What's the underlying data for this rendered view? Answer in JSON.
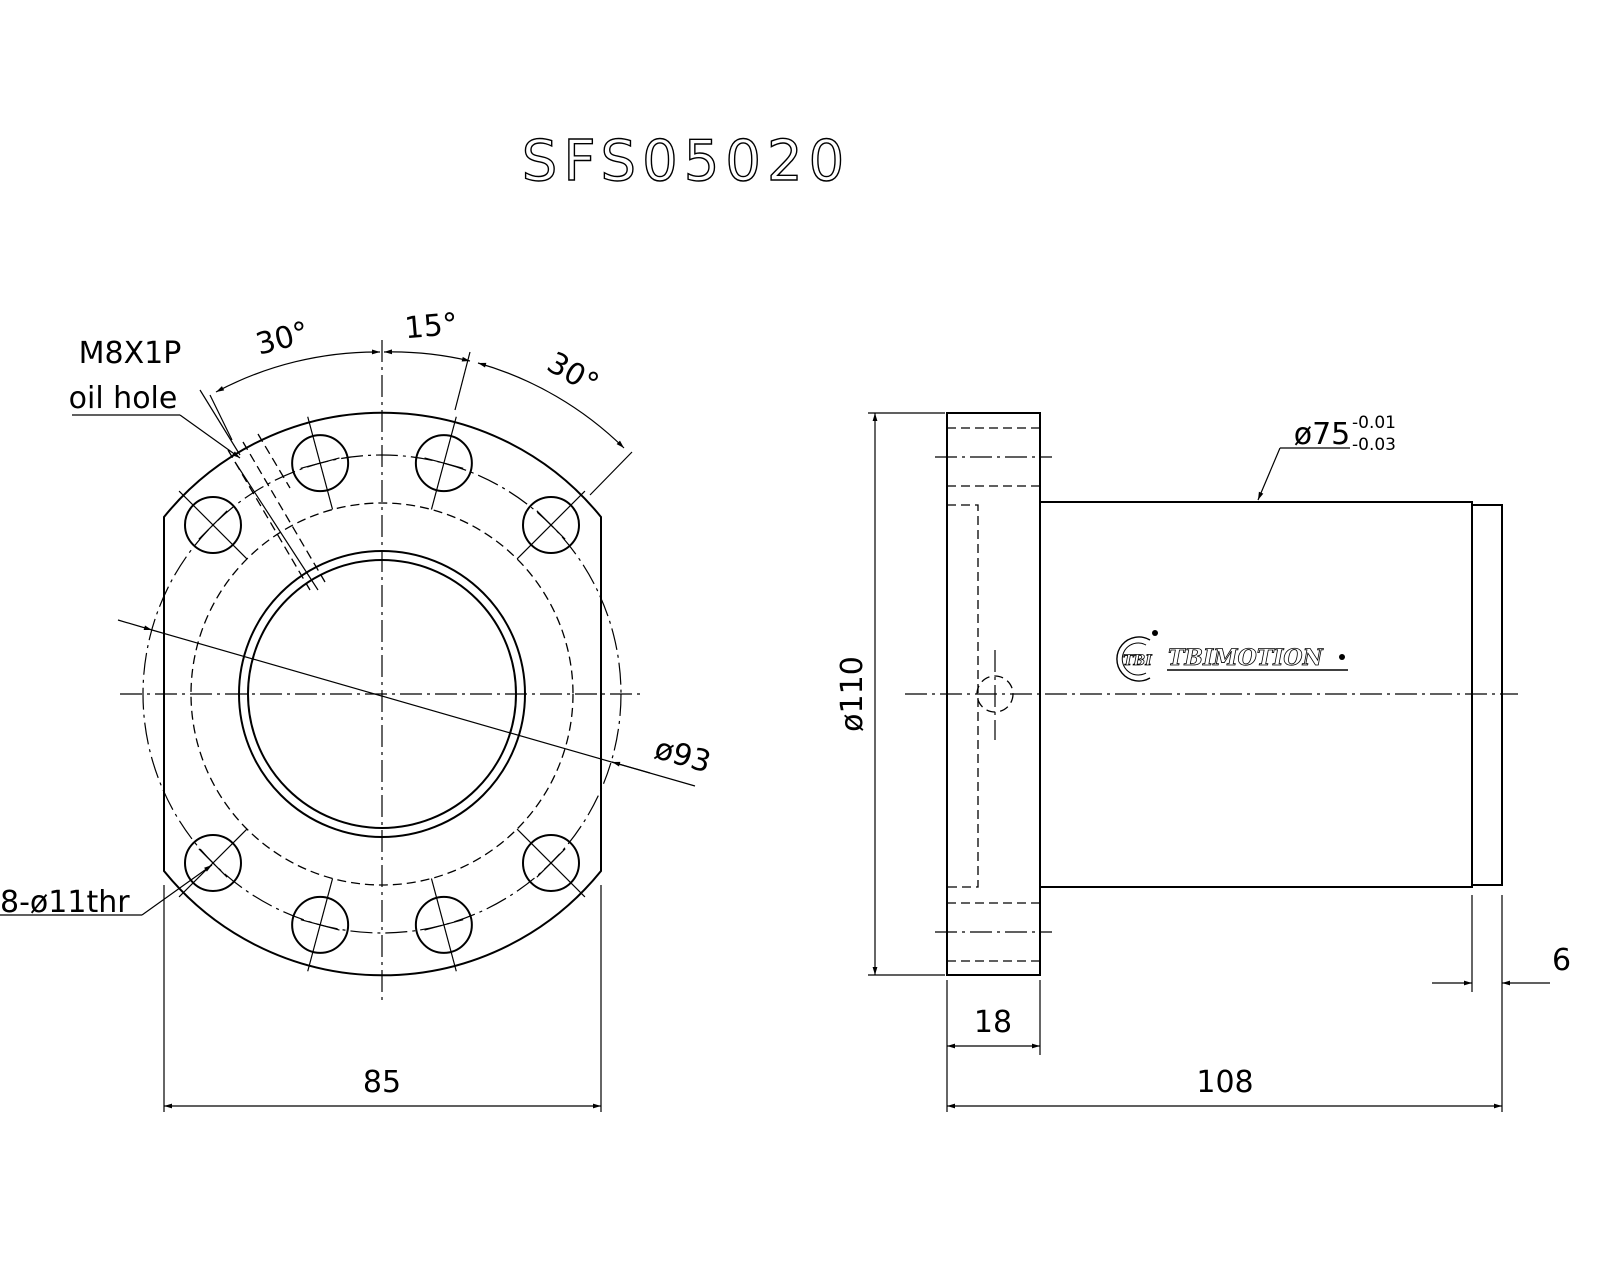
{
  "title": "SFS05020",
  "front_view": {
    "oil_hole_label_line1": "M8X1P",
    "oil_hole_label_line2": "oil hole",
    "angle_left": "30°",
    "angle_mid": "15°",
    "angle_right": "30°",
    "pcd_label": "ø93",
    "holes_label": "8-ø11thr",
    "width_label": "85"
  },
  "side_view": {
    "diameter_label": "ø110",
    "body_diameter_label": "ø75",
    "tolerance_upper": "-0.01",
    "tolerance_lower": "-0.03",
    "flange_thickness_label": "18",
    "length_label": "108",
    "end_label": "6",
    "logo_emblem": "TBI",
    "logo_text": "TBIMOTION"
  }
}
